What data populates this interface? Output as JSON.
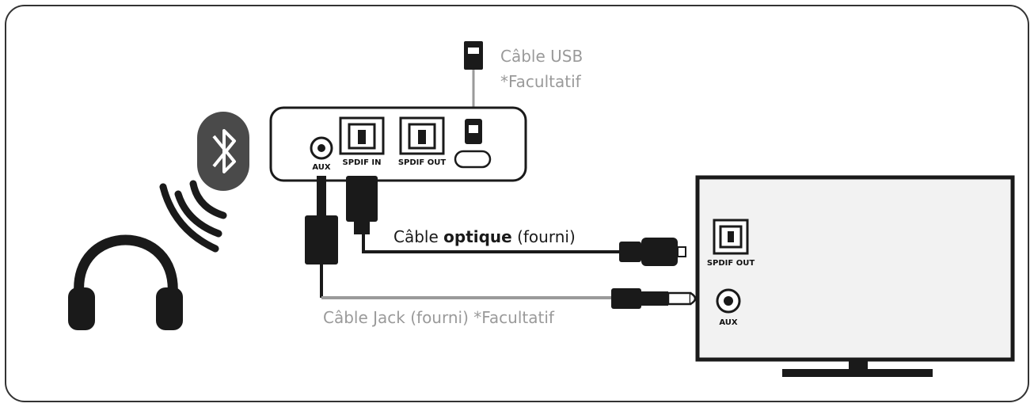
{
  "labels": {
    "usb_cable": "Câble USB",
    "usb_optional": "*Facultatif",
    "optical_cable_prefix": "Câble ",
    "optical_cable_bold": "optique",
    "optical_cable_suffix": " (fourni)",
    "jack_cable": "Câble Jack (fourni) *Facultatif"
  },
  "ports": {
    "aux": "AUX",
    "spdif_in": "SPDIF IN",
    "spdif_out": "SPDIF OUT",
    "tv_spdif_out": "SPDIF OUT",
    "tv_aux": "AUX"
  },
  "colors": {
    "frame": "#333333",
    "dark_cable": "#1a1a1a",
    "grey_cable": "#9a9a9a",
    "tv_screen": "#f2f2f2",
    "bluetooth_badge": "#4a4a4a"
  },
  "icons": [
    "bluetooth-icon",
    "headphones-icon",
    "wireless-waves-icon",
    "usb-plug-icon",
    "tv-icon"
  ]
}
